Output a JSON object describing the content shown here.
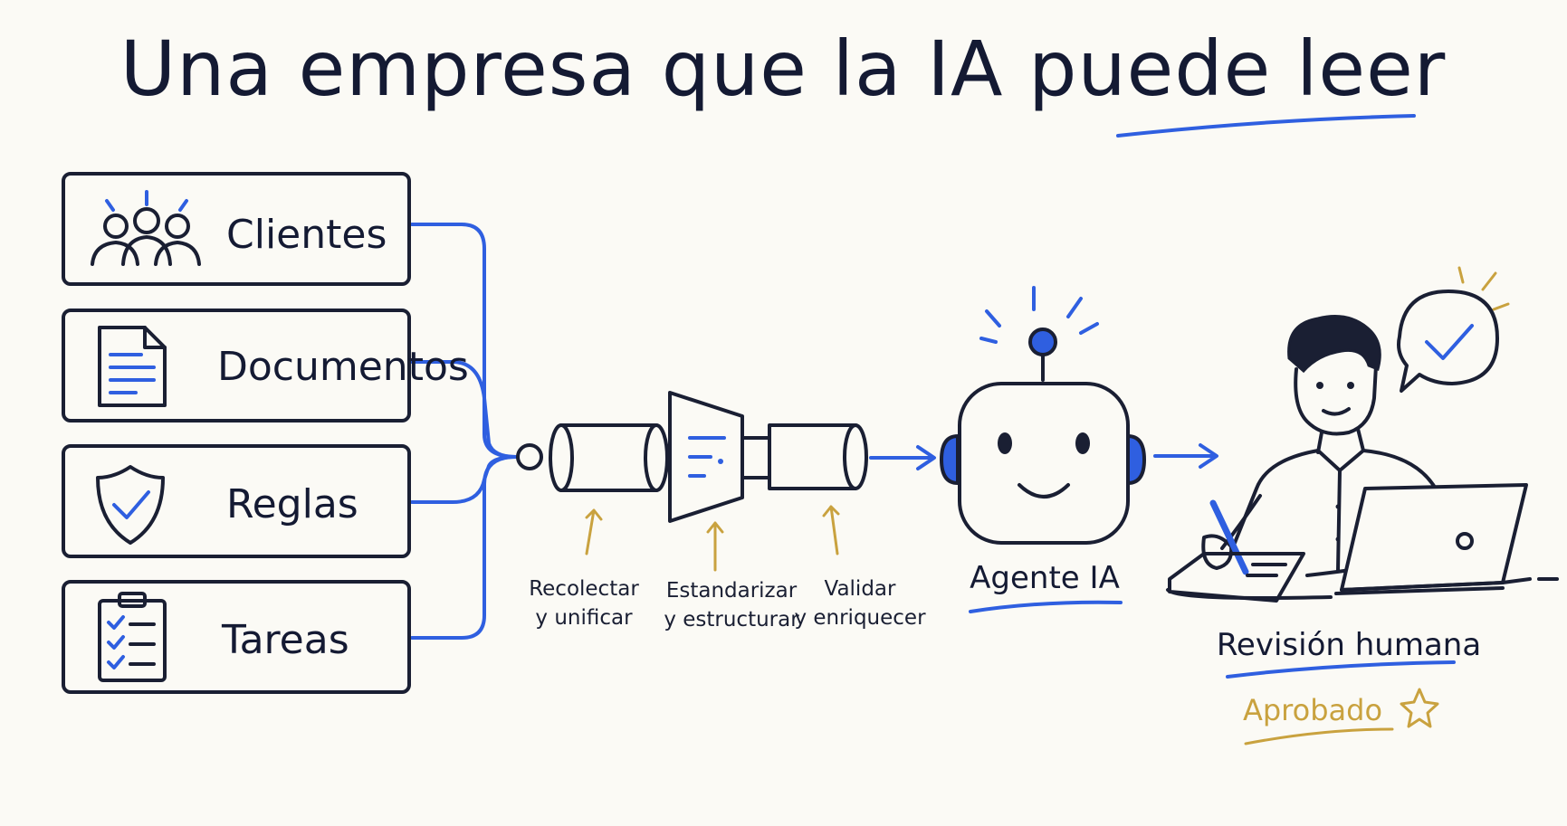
{
  "title": "Una empresa que la IA puede leer",
  "sources": [
    {
      "label": "Clientes",
      "icon": "people-icon"
    },
    {
      "label": "Documentos",
      "icon": "document-icon"
    },
    {
      "label": "Reglas",
      "icon": "shield-check-icon"
    },
    {
      "label": "Tareas",
      "icon": "clipboard-checklist-icon"
    }
  ],
  "pipeline_steps": [
    {
      "line1": "Recolectar",
      "line2": "y unificar"
    },
    {
      "line1": "Estandarizar",
      "line2": "y estructurar"
    },
    {
      "line1": "Validar",
      "line2": "y enriquecer"
    }
  ],
  "agent": {
    "label": "Agente IA",
    "icon": "robot-icon"
  },
  "review": {
    "label": "Revisión humana",
    "icon": "person-at-laptop-icon",
    "status": "Aprobado",
    "status_icon": "star-icon",
    "bubble_icon": "checkmark-bubble-icon"
  },
  "colors": {
    "ink": "#1a1f33",
    "accent": "#2f5fe0",
    "gold": "#c9a23f",
    "background": "#fbfaf5"
  }
}
